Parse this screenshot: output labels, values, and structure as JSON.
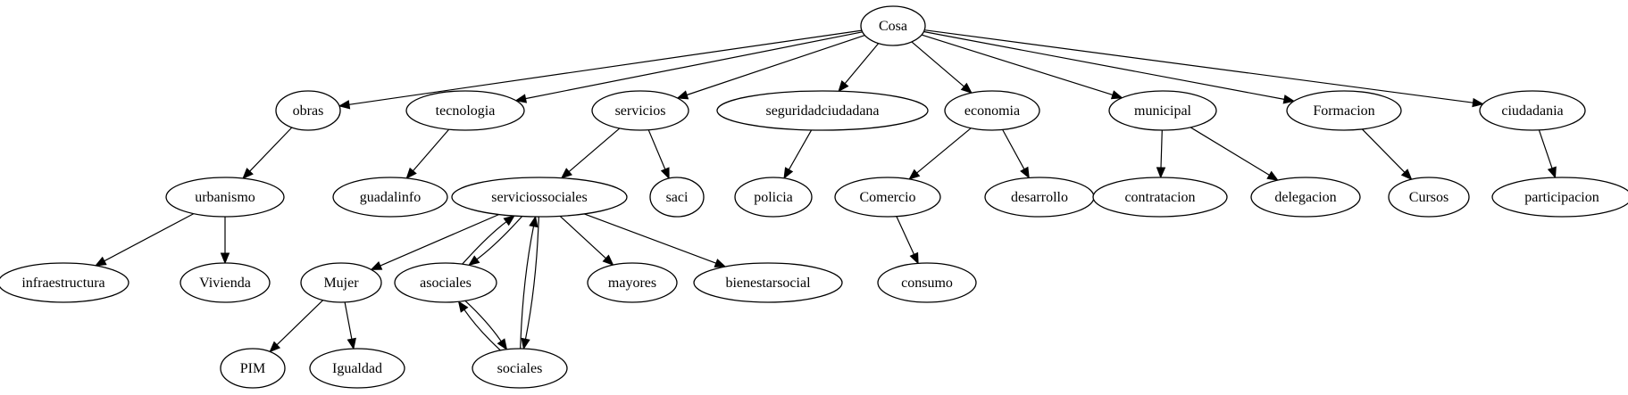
{
  "graph": {
    "nodes": [
      {
        "id": "cosa",
        "label": "Cosa"
      },
      {
        "id": "obras",
        "label": "obras"
      },
      {
        "id": "tecnologia",
        "label": "tecnologia"
      },
      {
        "id": "servicios",
        "label": "servicios"
      },
      {
        "id": "seguridadciudadana",
        "label": "seguridadciudadana"
      },
      {
        "id": "economia",
        "label": "economia"
      },
      {
        "id": "municipal",
        "label": "municipal"
      },
      {
        "id": "formacion",
        "label": "Formacion"
      },
      {
        "id": "ciudadania",
        "label": "ciudadania"
      },
      {
        "id": "urbanismo",
        "label": "urbanismo"
      },
      {
        "id": "guadalinfo",
        "label": "guadalinfo"
      },
      {
        "id": "serviciossociales",
        "label": "serviciossociales"
      },
      {
        "id": "saci",
        "label": "saci"
      },
      {
        "id": "policia",
        "label": "policia"
      },
      {
        "id": "comercio",
        "label": "Comercio"
      },
      {
        "id": "desarrollo",
        "label": "desarrollo"
      },
      {
        "id": "contratacion",
        "label": "contratacion"
      },
      {
        "id": "delegacion",
        "label": "delegacion"
      },
      {
        "id": "cursos",
        "label": "Cursos"
      },
      {
        "id": "participacion",
        "label": "participacion"
      },
      {
        "id": "infraestructura",
        "label": "infraestructura"
      },
      {
        "id": "vivienda",
        "label": "Vivienda"
      },
      {
        "id": "mujer",
        "label": "Mujer"
      },
      {
        "id": "asociales",
        "label": "asociales"
      },
      {
        "id": "mayores",
        "label": "mayores"
      },
      {
        "id": "bienestarsocial",
        "label": "bienestarsocial"
      },
      {
        "id": "consumo",
        "label": "consumo"
      },
      {
        "id": "pim",
        "label": "PIM"
      },
      {
        "id": "igualdad",
        "label": "Igualdad"
      },
      {
        "id": "sociales",
        "label": "sociales"
      }
    ],
    "edges": [
      {
        "from": "cosa",
        "to": "obras"
      },
      {
        "from": "cosa",
        "to": "tecnologia"
      },
      {
        "from": "cosa",
        "to": "servicios"
      },
      {
        "from": "cosa",
        "to": "seguridadciudadana"
      },
      {
        "from": "cosa",
        "to": "economia"
      },
      {
        "from": "cosa",
        "to": "municipal"
      },
      {
        "from": "cosa",
        "to": "formacion"
      },
      {
        "from": "cosa",
        "to": "ciudadania"
      },
      {
        "from": "obras",
        "to": "urbanismo"
      },
      {
        "from": "tecnologia",
        "to": "guadalinfo"
      },
      {
        "from": "servicios",
        "to": "serviciossociales"
      },
      {
        "from": "servicios",
        "to": "saci"
      },
      {
        "from": "seguridadciudadana",
        "to": "policia"
      },
      {
        "from": "economia",
        "to": "comercio"
      },
      {
        "from": "economia",
        "to": "desarrollo"
      },
      {
        "from": "municipal",
        "to": "contratacion"
      },
      {
        "from": "municipal",
        "to": "delegacion"
      },
      {
        "from": "formacion",
        "to": "cursos"
      },
      {
        "from": "ciudadania",
        "to": "participacion"
      },
      {
        "from": "urbanismo",
        "to": "infraestructura"
      },
      {
        "from": "urbanismo",
        "to": "vivienda"
      },
      {
        "from": "serviciossociales",
        "to": "mujer"
      },
      {
        "from": "serviciossociales",
        "to": "asociales"
      },
      {
        "from": "asociales",
        "to": "serviciossociales"
      },
      {
        "from": "serviciossociales",
        "to": "sociales"
      },
      {
        "from": "sociales",
        "to": "serviciossociales"
      },
      {
        "from": "serviciossociales",
        "to": "mayores"
      },
      {
        "from": "serviciossociales",
        "to": "bienestarsocial"
      },
      {
        "from": "comercio",
        "to": "consumo"
      },
      {
        "from": "mujer",
        "to": "pim"
      },
      {
        "from": "mujer",
        "to": "igualdad"
      },
      {
        "from": "asociales",
        "to": "sociales"
      },
      {
        "from": "sociales",
        "to": "asociales"
      }
    ]
  }
}
